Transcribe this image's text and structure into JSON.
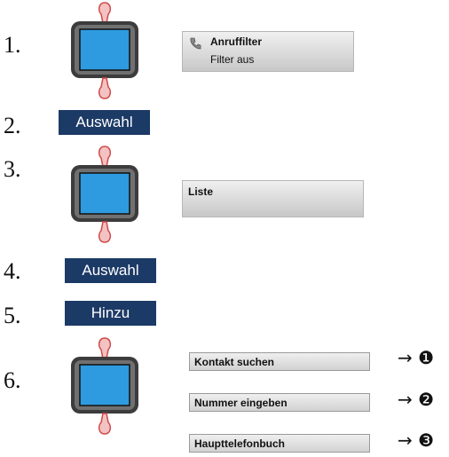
{
  "steps": [
    {
      "number": "1."
    },
    {
      "number": "2.",
      "key": "Auswahl"
    },
    {
      "number": "3."
    },
    {
      "number": "4.",
      "key": "Auswahl"
    },
    {
      "number": "5.",
      "key": "Hinzu"
    },
    {
      "number": "6."
    }
  ],
  "screen1": {
    "title": "Anruffilter",
    "subtitle": "Filter aus",
    "icon": "phone-filter-icon"
  },
  "screen3": {
    "title": "Liste"
  },
  "options": [
    {
      "label": "Kontakt suchen",
      "ref": "→ ❶"
    },
    {
      "label": "Nummer eingeben",
      "ref": "→ ❷"
    },
    {
      "label": "Haupttelefonbuch",
      "ref": "→ ❸"
    }
  ],
  "colors": {
    "softkey_bg": "#1c3a66",
    "nav_screen": "#2e9be0",
    "arrow_red": "#d04848"
  }
}
